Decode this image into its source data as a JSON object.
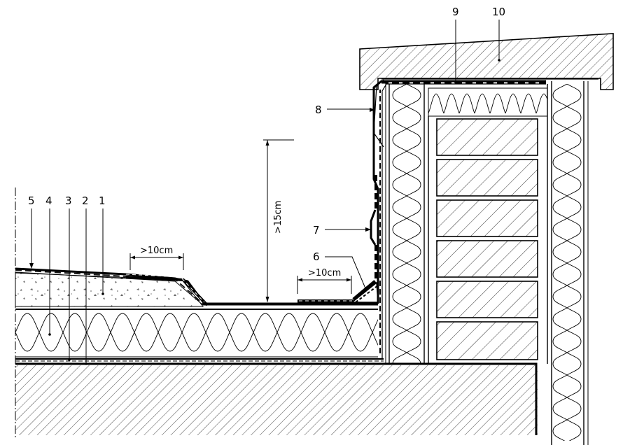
{
  "callouts": {
    "c1": "1",
    "c2": "2",
    "c3": "3",
    "c4": "4",
    "c5": "5",
    "c6": "6",
    "c7": "7",
    "c8": "8",
    "c9": "9",
    "c10": "10"
  },
  "dimensions": {
    "overlap_left": ">10cm",
    "overlap_right": ">10cm",
    "upstand_height": ">15cm"
  }
}
